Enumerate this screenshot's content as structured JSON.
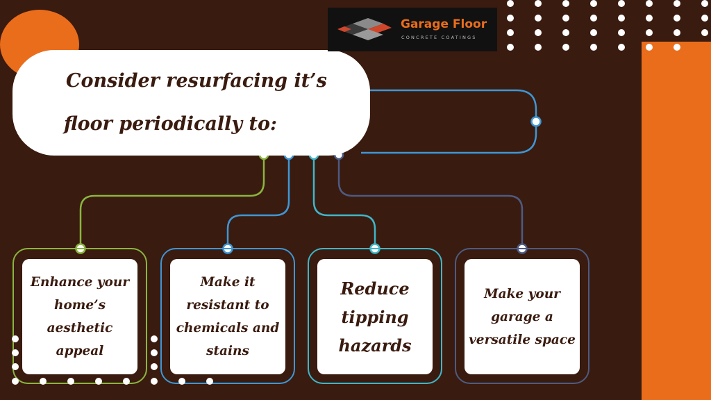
{
  "brand": {
    "name": "Garage Floor",
    "tagline": "CONCRETE COATINGS"
  },
  "title": {
    "line1": "Consider resurfacing it’s",
    "line2": "floor periodically to:"
  },
  "cards": [
    {
      "text": "Enhance your home’s aesthetic appeal",
      "color": "#8ab53f"
    },
    {
      "text": "Make it resistant to chemicals and stains",
      "color": "#3e97d6"
    },
    {
      "text": "Reduce tipping hazards",
      "color": "#3fb6c9"
    },
    {
      "text": "Make your garage a versatile space",
      "color": "#4d5b82"
    }
  ],
  "colors": {
    "background": "#3a1b0f",
    "accent": "#ea6d1c",
    "card": "#ffffff"
  }
}
